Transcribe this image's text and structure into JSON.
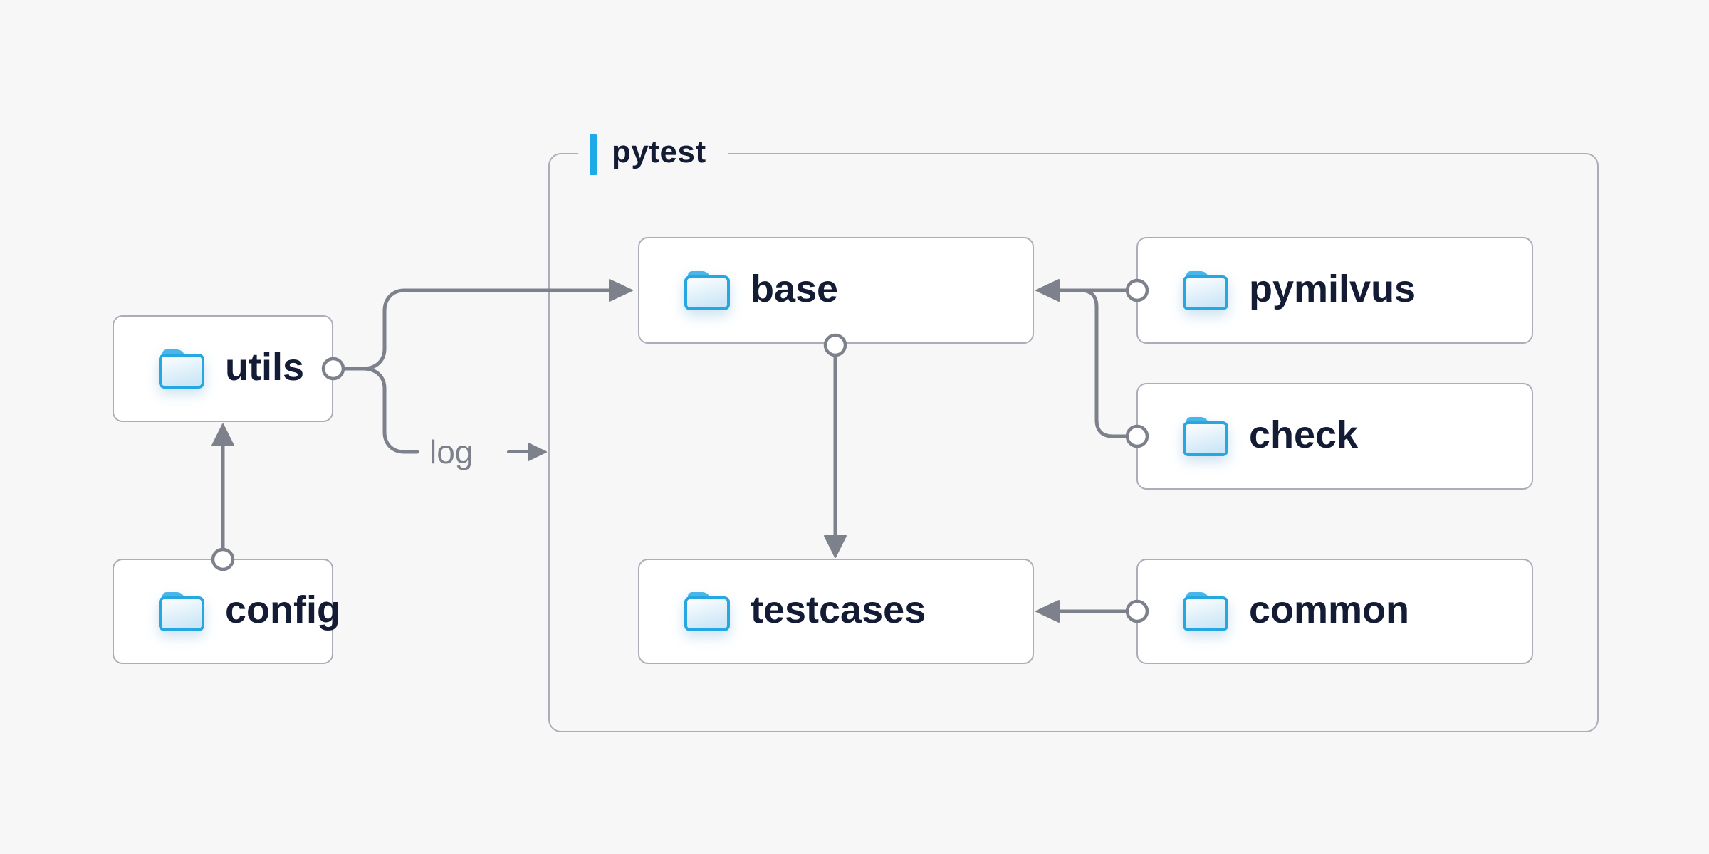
{
  "group": {
    "label": "pytest"
  },
  "nodes": {
    "utils": {
      "label": "utils"
    },
    "config": {
      "label": "config"
    },
    "base": {
      "label": "base"
    },
    "pymilvus": {
      "label": "pymilvus"
    },
    "check": {
      "label": "check"
    },
    "testcases": {
      "label": "testcases"
    },
    "common": {
      "label": "common"
    }
  },
  "edges": {
    "log_label": "log",
    "list": [
      {
        "from": "config",
        "to": "utils",
        "type": "arrow"
      },
      {
        "from": "utils",
        "to": "base",
        "type": "arrow"
      },
      {
        "from": "utils",
        "to": "log",
        "type": "labeled-stub"
      },
      {
        "from": "pymilvus",
        "to": "base",
        "type": "arrow"
      },
      {
        "from": "check",
        "to": "base",
        "type": "arrow-merged"
      },
      {
        "from": "base",
        "to": "testcases",
        "type": "arrow"
      },
      {
        "from": "common",
        "to": "testcases",
        "type": "arrow"
      }
    ]
  },
  "colors": {
    "background": "#f7f7f8",
    "node-bg": "#ffffff",
    "node-border": "#abaeb9",
    "group-border": "#abaeb9",
    "connector": "#7c818c",
    "label-text": "#131c34",
    "muted-text": "#7c818c",
    "accent-blue": "#1ea9e9",
    "folder-stroke": "#27a7e2",
    "folder-tab": "#49b6e9"
  }
}
